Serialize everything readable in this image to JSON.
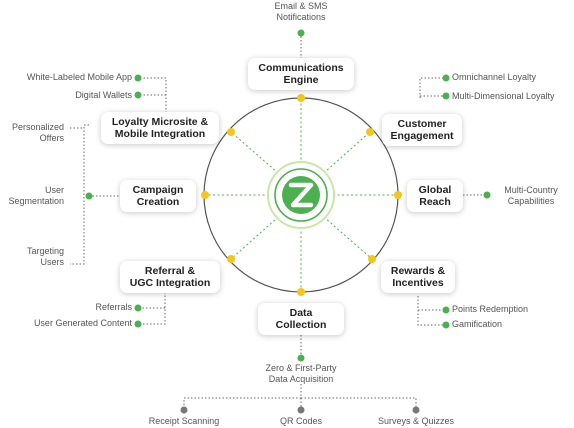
{
  "colors": {
    "ring": "#555555",
    "spoke": "#4caf50",
    "node_yellow": "#f5c518",
    "dot_green": "#4caf50",
    "dot_gray": "#777777",
    "logo_green": "#4caf50"
  },
  "logo": {
    "icon": "z-logo-icon"
  },
  "modules": {
    "communications": "Communications\nEngine",
    "customer_engagement": "Customer\nEngagement",
    "global_reach": "Global\nReach",
    "rewards": "Rewards &\nIncentives",
    "data_collection": "Data\nCollection",
    "referral": "Referral &\nUGC Integration",
    "campaign": "Campaign\nCreation",
    "loyalty_microsite": "Loyalty Microsite &\nMobile Integration"
  },
  "features": {
    "email_sms": "Email & SMS\nNotifications",
    "omnichannel": "Omnichannel Loyalty",
    "multi_dimensional": "Multi-Dimensional Loyalty",
    "multi_country": "Multi-Country\nCapabilities",
    "points_redemption": "Points Redemption",
    "gamification": "Gamification",
    "zero_first_party": "Zero & First-Party\nData Acquisition",
    "receipt_scanning": "Receipt Scanning",
    "qr_codes": "QR Codes",
    "surveys": "Surveys & Quizzes",
    "referrals": "Referrals",
    "ugc": "User Generated Content",
    "personalized_offers": "Personalized\nOffers",
    "user_segmentation": "User\nSegmentation",
    "targeting_users": "Targeting\nUsers",
    "white_labeled": "White-Labeled Mobile App",
    "digital_wallets": "Digital Wallets"
  }
}
